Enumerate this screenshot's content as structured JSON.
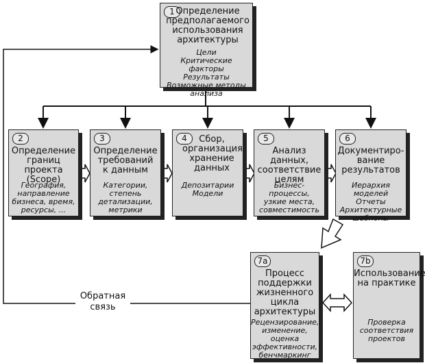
{
  "boxes": {
    "b1": {
      "num": "1",
      "title": [
        "Определение",
        "предполагаемого",
        "использования",
        "архитектуры"
      ],
      "sub": [
        "Цели",
        "Критические факторы",
        "Результаты",
        "Возможные методы",
        "анализа"
      ]
    },
    "b2": {
      "num": "2",
      "title": [
        "Определение",
        "границ проекта",
        "(Scope)"
      ],
      "sub": [
        "География,",
        "направление",
        "бизнеса, время,",
        "ресурсы, ..."
      ]
    },
    "b3": {
      "num": "3",
      "title": [
        "Определение",
        "требований",
        "к данным"
      ],
      "sub": [
        "Категории,",
        "степень",
        "детализации,",
        "метрики"
      ]
    },
    "b4": {
      "num": "4",
      "title": [
        "Сбор,",
        "организация,",
        "хранение",
        "данных"
      ],
      "sub": [
        "Депозитарии",
        "Модели"
      ]
    },
    "b5": {
      "num": "5",
      "title": [
        "Анализ данных,",
        "соответствие",
        "целям"
      ],
      "sub": [
        "Бизнес-процессы,",
        "узкие места,",
        "совместимость"
      ]
    },
    "b6": {
      "num": "6",
      "title": [
        "Документиро-",
        "вание",
        "результатов"
      ],
      "sub": [
        "Иерархия моделей",
        "Отчеты",
        "Архитектурные",
        "шаблоны"
      ]
    },
    "b7a": {
      "num": "7a",
      "title": [
        "Процесс",
        "поддержки",
        "жизненного",
        "цикла",
        "архитектуры"
      ],
      "sub": [
        "Рецензирование,",
        "изменение,",
        "оценка",
        "эффективности,",
        "бенчмаркинг"
      ]
    },
    "b7b": {
      "num": "7b",
      "title": [
        "Использование",
        "на практике"
      ],
      "sub": [
        "Проверка",
        "соответствия",
        "проектов"
      ]
    }
  },
  "feedback": [
    "Обратная",
    "связь"
  ]
}
